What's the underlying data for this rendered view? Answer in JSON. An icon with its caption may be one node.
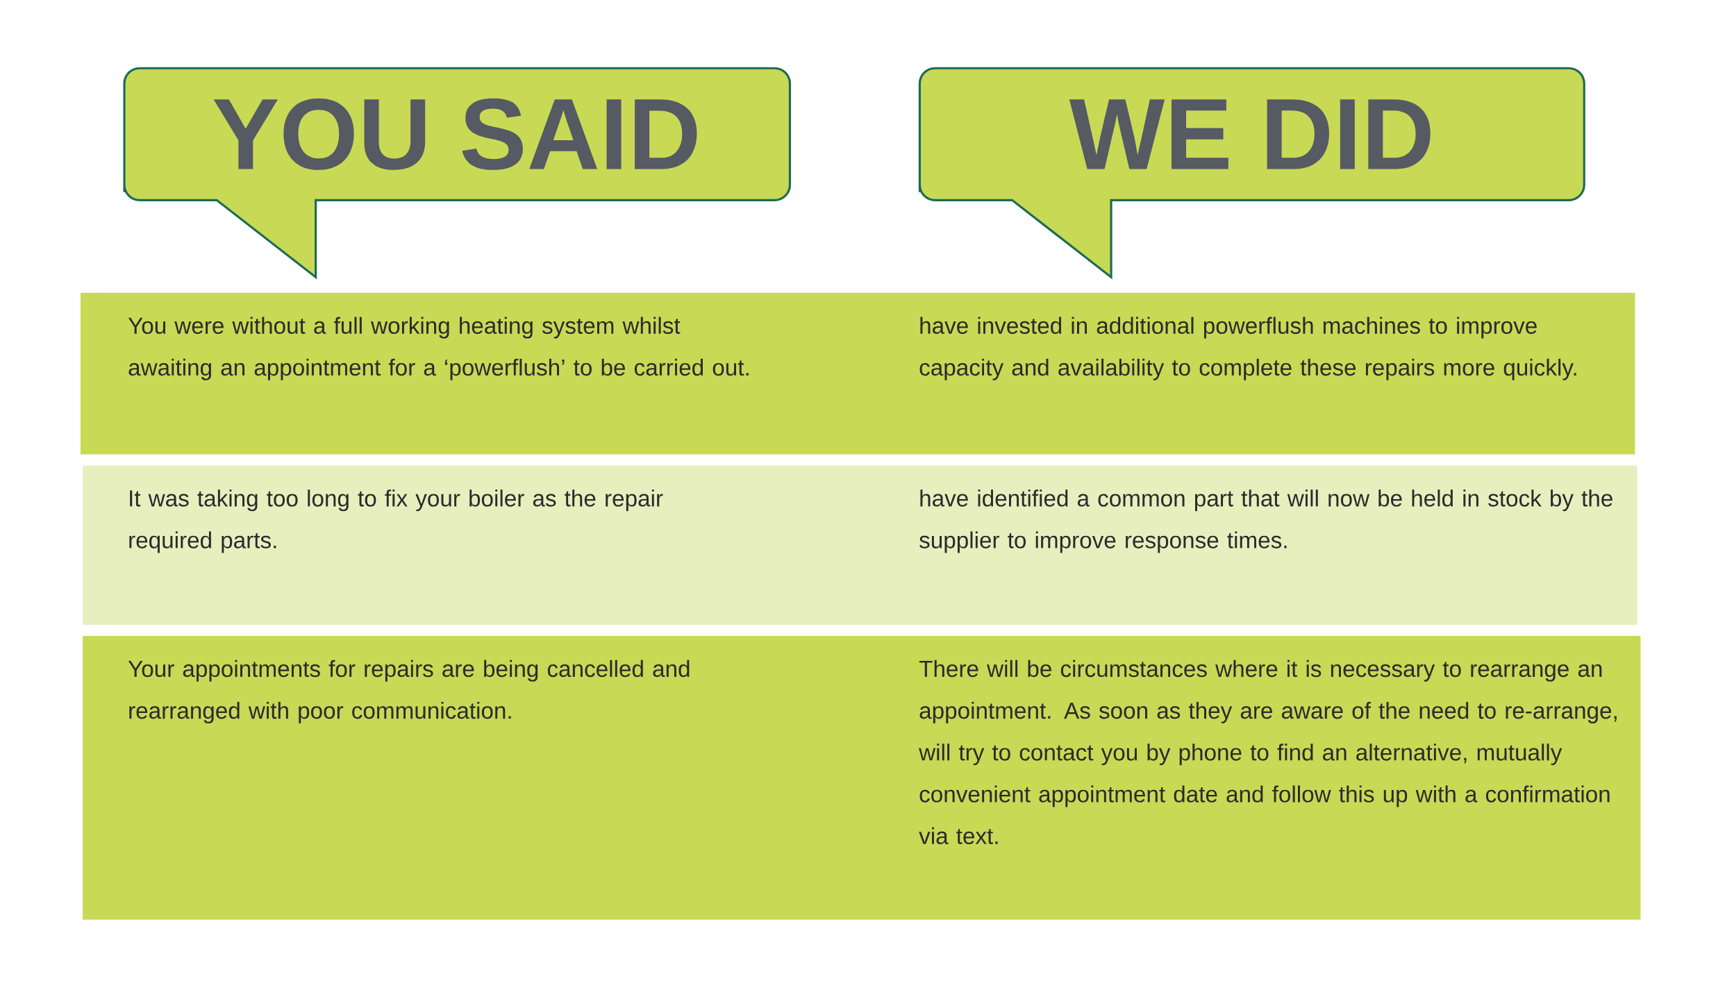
{
  "diagram": {
    "nodes": [
      {
        "text": [
          "YOU SAID"
        ]
      },
      {
        "text": [
          "WE DID"
        ]
      },
      {
        "text": [
          "You were without a full working heating system whilst awaiting an appointment for a ‘powerflush’ to be carried out.",
          "have invested in additional powerflush machines to improve capacity and availability to complete these repairs more quickly."
        ]
      },
      {
        "text": [
          "It was taking too long to fix your boiler as the repair required parts.",
          "have identified a common part that will now be held in stock by the supplier to improve response times."
        ]
      },
      {
        "text": [
          "Your appointments for repairs are being cancelled and rearranged with poor communication.",
          "There will be circumstances where it is necessary to rearrange an appointment. As soon as they are aware of the need to re-arrange, will try to contact you by phone to find an alternative, mutually convenient appointment date and follow this up with a confirmation via text."
        ]
      }
    ]
  }
}
